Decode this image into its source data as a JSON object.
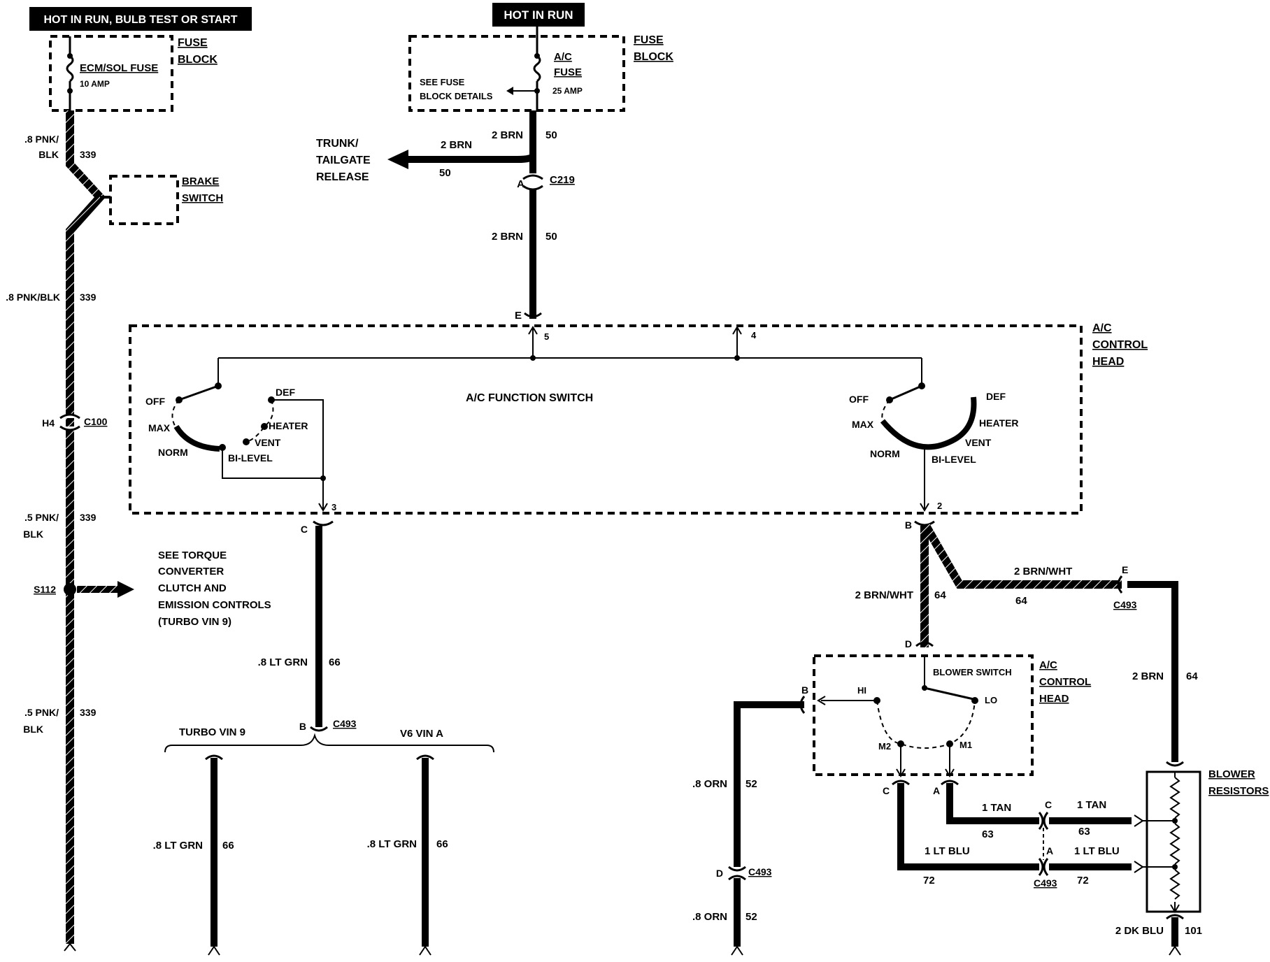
{
  "banners": {
    "left": "HOT IN RUN, BULB TEST OR START",
    "center": "HOT IN RUN"
  },
  "fuse_block_left": {
    "label_l1": "FUSE",
    "label_l2": "BLOCK",
    "fuse_name": "ECM/SOL FUSE",
    "fuse_amp": "10 AMP"
  },
  "fuse_block_center": {
    "label_l1": "FUSE",
    "label_l2": "BLOCK",
    "fuse_l1": "A/C",
    "fuse_l2": "FUSE",
    "fuse_amp": "25 AMP",
    "note_l1": "SEE FUSE",
    "note_l2": "BLOCK DETAILS"
  },
  "brake_switch": {
    "l1": "BRAKE",
    "l2": "SWITCH"
  },
  "left_wire": {
    "w1_l1": ".8 PNK/",
    "w1_l2": "BLK",
    "w1_num": "339",
    "w2": ".8 PNK/BLK",
    "w2_num": "339",
    "conn_pin": "H4",
    "conn": "C100",
    "w3_l1": ".5 PNK/",
    "w3_l2": "BLK",
    "w3_num": "339",
    "splice": "S112",
    "w4_l1": ".5 PNK/",
    "w4_l2": "BLK",
    "w4_num": "339"
  },
  "torque_note": [
    "SEE TORQUE",
    "CONVERTER",
    "CLUTCH AND",
    "EMISSION CONTROLS",
    "(TURBO VIN 9)"
  ],
  "trunk": {
    "l1": "TRUNK/",
    "l2": "TAILGATE",
    "l3": "RELEASE",
    "wire": "2 BRN",
    "num": "50"
  },
  "center_wire": {
    "w1": "2 BRN",
    "w1_num": "50",
    "pin": "A",
    "conn": "C219",
    "w2": "2 BRN",
    "w2_num": "50",
    "pin_e": "E"
  },
  "control_head": {
    "l1": "A/C",
    "l2": "CONTROL",
    "l3": "HEAD",
    "title": "A/C FUNCTION SWITCH",
    "pin5": "5",
    "pin4": "4",
    "pin3": "3",
    "pin2": "2",
    "left_positions": {
      "off": "OFF",
      "def": "DEF",
      "max": "MAX",
      "heater": "HEATER",
      "vent": "VENT",
      "norm": "NORM",
      "bilevel": "BI-LEVEL"
    },
    "right_positions": {
      "off": "OFF",
      "def": "DEF",
      "max": "MAX",
      "heater": "HEATER",
      "vent": "VENT",
      "norm": "NORM",
      "bilevel": "BI-LEVEL"
    }
  },
  "lt_grn": {
    "pin": "C",
    "wire": ".8 LT GRN",
    "num": "66",
    "conn_pin": "B",
    "conn": "C493",
    "turbo": "TURBO VIN 9",
    "v6": "V6 VIN A",
    "wa": ".8 LT GRN",
    "wa_num": "66",
    "wb": ".8 LT GRN",
    "wb_num": "66"
  },
  "brn_wht": {
    "pin_b": "B",
    "wire_v": "2 BRN/WHT",
    "num_v": "64",
    "wire_h": "2 BRN/WHT",
    "num_h": "64",
    "pin_e": "E",
    "conn": "C493",
    "pin_d": "D"
  },
  "blower_switch": {
    "title": "BLOWER SWITCH",
    "l1": "A/C",
    "l2": "CONTROL",
    "l3": "HEAD",
    "hi": "HI",
    "lo": "LO",
    "m2": "M2",
    "m1": "M1",
    "pin_b": "B",
    "pin_c": "C",
    "pin_a": "A"
  },
  "orn": {
    "wire1": ".8 ORN",
    "num1": "52",
    "pin_d": "D",
    "conn": "C493",
    "wire2": ".8 ORN",
    "num2": "52"
  },
  "blower_wires": {
    "tan1": "1 TAN",
    "tan1_num": "63",
    "pin_c": "C",
    "tan2": "1 TAN",
    "tan2_num": "63",
    "blu1": "1 LT BLU",
    "blu1_num": "72",
    "pin_a": "A",
    "conn": "C493",
    "blu2": "1 LT BLU",
    "blu2_num": "72"
  },
  "resistors": {
    "l1": "BLOWER",
    "l2": "RESISTORS",
    "wire_in": "2 BRN",
    "wire_in_num": "64",
    "wire_out": "2 DK BLU",
    "wire_out_num": "101"
  }
}
